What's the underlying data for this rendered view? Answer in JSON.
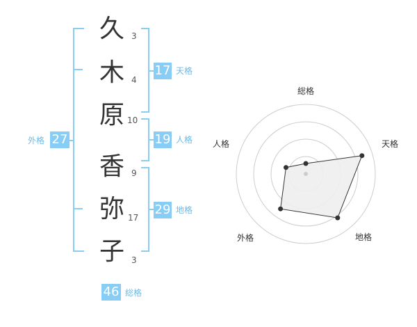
{
  "name_chars": [
    {
      "char": "久",
      "strokes": "3"
    },
    {
      "char": "木",
      "strokes": "4"
    },
    {
      "char": "原",
      "strokes": "10"
    },
    {
      "char": "香",
      "strokes": "9"
    },
    {
      "char": "弥",
      "strokes": "17"
    },
    {
      "char": "子",
      "strokes": "3"
    }
  ],
  "fortune": {
    "tenkaku": {
      "value": "17",
      "label": "天格"
    },
    "jinkaku": {
      "value": "19",
      "label": "人格"
    },
    "chikaku": {
      "value": "29",
      "label": "地格"
    },
    "gaikaku": {
      "value": "27",
      "label": "外格"
    },
    "soukaku": {
      "value": "46",
      "label": "総格"
    }
  },
  "chart_data": {
    "type": "radar",
    "axes": [
      "総格",
      "天格",
      "地格",
      "外格",
      "人格"
    ],
    "values": [
      0.15,
      0.85,
      0.78,
      0.62,
      0.3
    ],
    "rmax": 1,
    "rings": 4,
    "colors": {
      "fill": "#eeeeee",
      "line": "#333333",
      "grid": "#cccccc",
      "center": "#cccccc"
    }
  },
  "colors": {
    "accent": "#87cdf5"
  }
}
